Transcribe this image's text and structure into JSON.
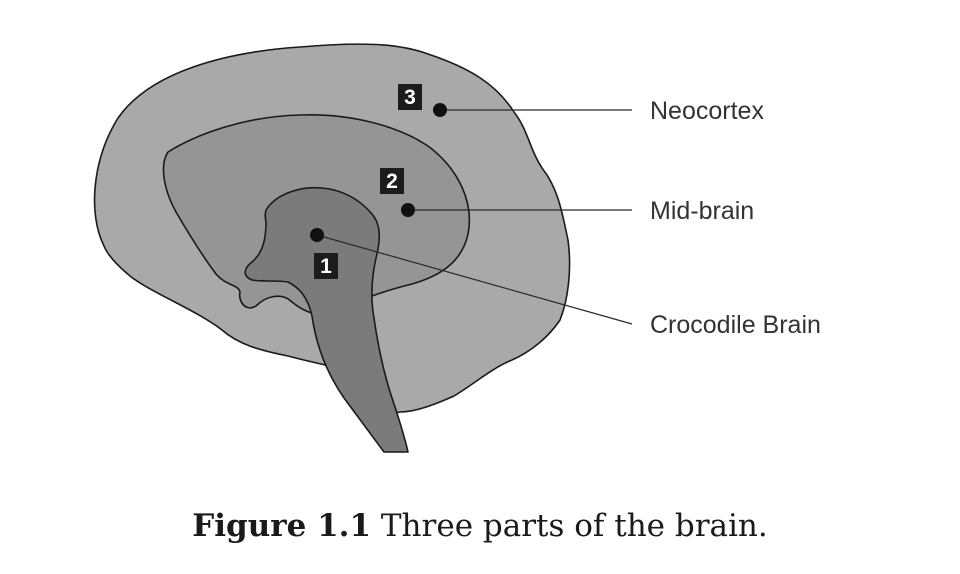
{
  "colors": {
    "neocortex_fill": "#a9a9a9",
    "midbrain_fill": "#959595",
    "crocodile_fill": "#7b7b7b",
    "outline": "#1a1a1a",
    "badge": "#1c1c1c"
  },
  "regions": [
    {
      "key": "neocortex",
      "number": "3",
      "label": "Neocortex",
      "icon": "marker-dot"
    },
    {
      "key": "midbrain",
      "number": "2",
      "label": "Mid-brain",
      "icon": "marker-dot"
    },
    {
      "key": "crocodile",
      "number": "1",
      "label": "Crocodile Brain",
      "icon": "marker-dot"
    }
  ],
  "caption": {
    "prefix": "Figure 1.1",
    "text": " Three parts of the brain."
  }
}
